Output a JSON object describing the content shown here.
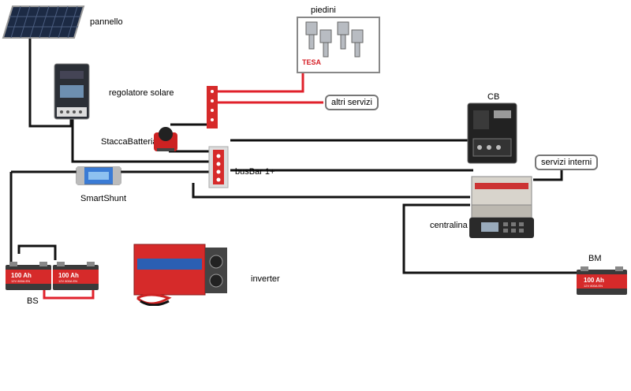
{
  "labels": {
    "pannello": "pannello",
    "piedini": "piedini",
    "regolatore": "regolatore solare",
    "altri_servizi": "altri servizi",
    "cb": "CB",
    "stacca": "StaccaBatteria",
    "busbar": "busBar 1+",
    "servizi_interni": "servizi interni",
    "smartshunt": "SmartShunt",
    "centralina": "centralina",
    "bm": "BM",
    "inverter": "inverter",
    "bs": "BS"
  },
  "logos": {
    "tesa": "TESA"
  },
  "battery_text": {
    "capacity": "100 Ah",
    "line2": "12V 800A EN"
  },
  "colors": {
    "wire_black": "#111111",
    "wire_red": "#e0212b",
    "device_red": "#cf2a2a",
    "panel_dark": "#1c2a44"
  }
}
